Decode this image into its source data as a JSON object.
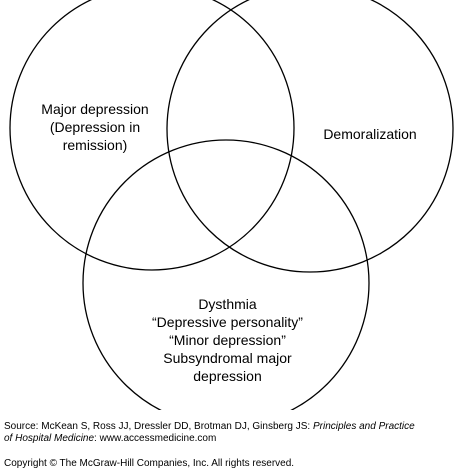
{
  "diagram": {
    "circles": [
      "major-depression",
      "demoralization",
      "dysthmia"
    ],
    "labels": {
      "left": [
        "Major depression",
        "(Depression in",
        "remission)"
      ],
      "right": [
        "Demoralization"
      ],
      "bottom": [
        "Dysthmia",
        "“Depressive personality”",
        "“Minor depression”",
        "Subsyndromal major",
        "depression"
      ]
    }
  },
  "source": {
    "prefix": "Source: McKean S, Ross JJ, Dressler DD, Brotman DJ, Ginsberg JS: ",
    "title_part1": "Principles and Practice",
    "title_part2": "of Hospital Medicine",
    "suffix": ": www.accessmedicine.com"
  },
  "copyright": "Copyright © The McGraw-Hill Companies, Inc. All rights reserved."
}
